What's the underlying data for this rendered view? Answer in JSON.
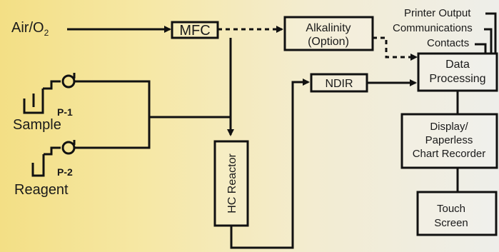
{
  "inputs": {
    "air": "Air/O",
    "air_sub": "2",
    "sample": "Sample",
    "reagent": "Reagent",
    "pump1": "P-1",
    "pump2": "P-2"
  },
  "boxes": {
    "mfc": "MFC",
    "alkalinity_line1": "Alkalinity",
    "alkalinity_line2": "(Option)",
    "ndir": "NDIR",
    "hc_reactor": "HC Reactor",
    "data_line1": "Data",
    "data_line2": "Processing",
    "display_line1": "Display/",
    "display_line2": "Paperless",
    "display_line3": "Chart Recorder",
    "touch_line1": "Touch",
    "touch_line2": "Screen"
  },
  "outputs": {
    "printer": "Printer Output",
    "communications": "Communications",
    "contacts": "Contacts"
  }
}
